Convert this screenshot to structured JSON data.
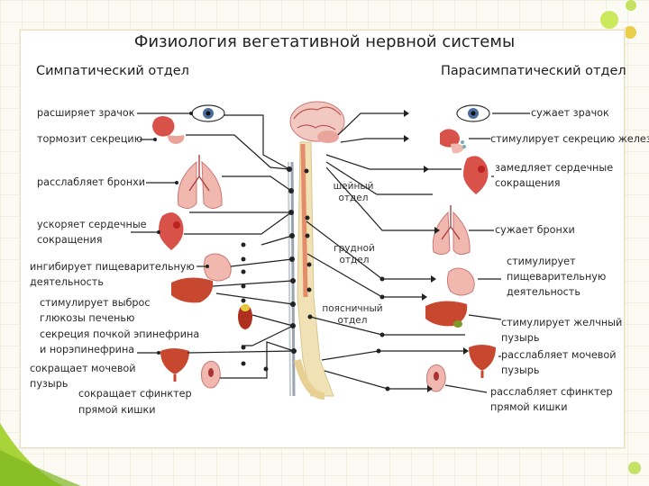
{
  "title": "Физиология вегетативной нервной системы",
  "sympathetic": {
    "heading": "Симпатический отдел",
    "effects": [
      "расширяет зрачок",
      "тормозит секрецию",
      "расслабляет бронхи",
      "ускоряет сердечные",
      "сокращения",
      "ингибирует пищеварительную",
      "деятельность",
      "стимулирует выброс",
      "глюкозы печенью",
      "секреция почкой эпинефрина",
      "и норэпинефрина",
      "сокращает мочевой",
      "пузырь",
      "сокращает сфинктер",
      "прямой кишки"
    ]
  },
  "parasympathetic": {
    "heading": "Парасимпатический отдел",
    "effects": [
      "сужает зрачок",
      "стимулирует секрецию желез",
      "замедляет сердечные",
      "сокращения",
      "сужает бронхи",
      "стимулирует",
      "пищеварительную",
      "деятельность",
      "стимулирует желчный",
      "пузырь",
      "расслабляет мочевой",
      "пузырь",
      "расслабляет сфинктер",
      "прямой кишки"
    ]
  },
  "spine_regions": {
    "cervical_1": "шейный",
    "cervical_2": "отдел",
    "thoracic_1": "грудной",
    "thoracic_2": "отдел",
    "lumbar_1": "поясничный",
    "lumbar_2": "отдел"
  },
  "colors": {
    "organ_red": "#d8524a",
    "organ_pink": "#f0b8ae",
    "spine_bone": "#f1e2b6",
    "nerve_line": "#222222",
    "accent_green": "#a8d43a"
  }
}
